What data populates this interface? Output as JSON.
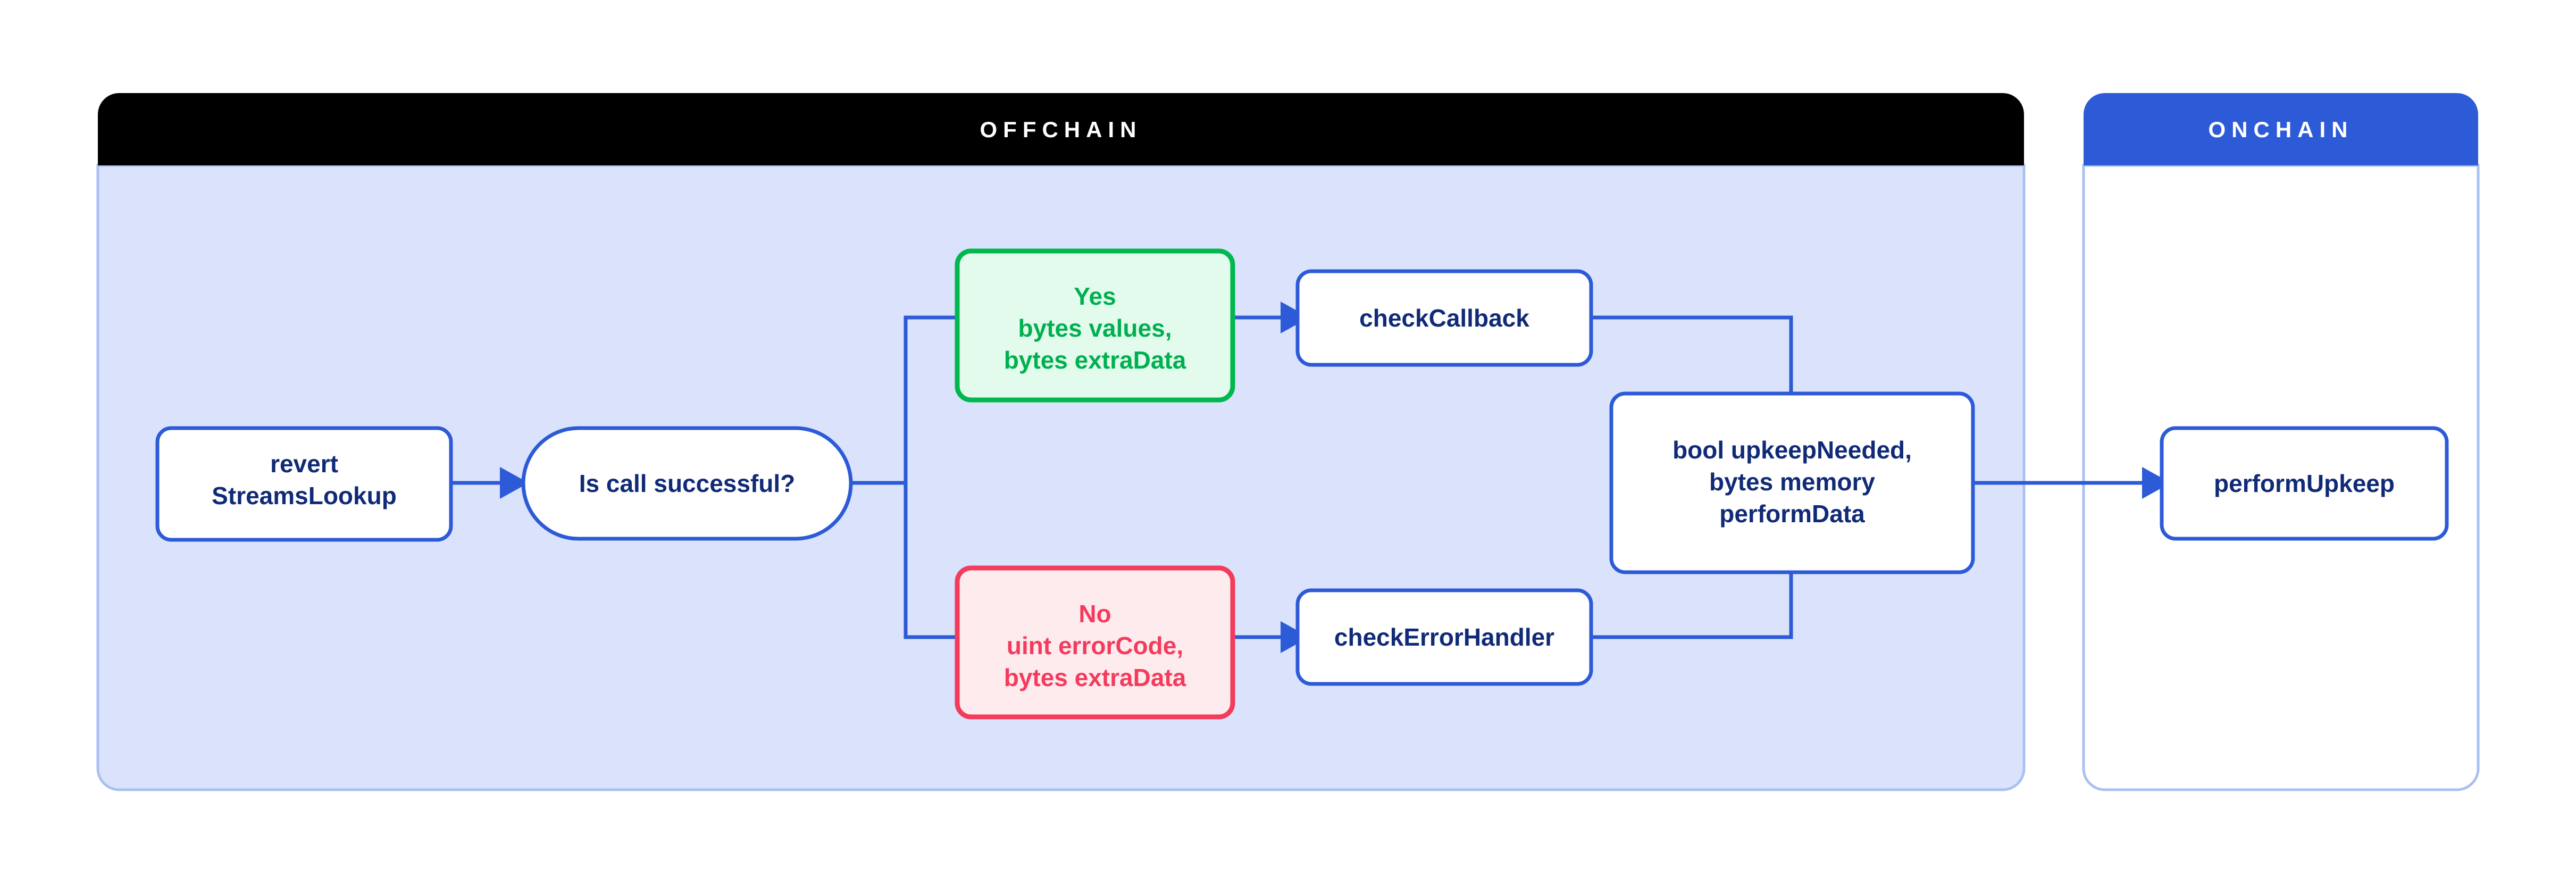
{
  "diagram": {
    "title": "Chainlink Automation StreamsLookup flow",
    "colors": {
      "accent_blue": "#2d5bd7",
      "offchain_header_bg": "#000000",
      "onchain_header_bg": "#2d5bd7",
      "offchain_body_bg": "#dae3fb",
      "onchain_body_bg": "#ffffff",
      "panel_border": "#a9c0f2",
      "node_text": "#102a77",
      "green_stroke": "#00b84f",
      "green_fill": "#e2fbec",
      "green_text": "#00b050",
      "red_stroke": "#f43b5c",
      "red_fill": "#fdebee",
      "red_text": "#f43b5c"
    },
    "panels": [
      {
        "id": "offchain",
        "title": "OFFCHAIN"
      },
      {
        "id": "onchain",
        "title": "ONCHAIN"
      }
    ],
    "nodes": [
      {
        "id": "revert-streamslookup",
        "shape": "rounded-rect",
        "panel": "offchain",
        "lines": [
          "revert",
          "StreamsLookup"
        ],
        "style": "blue"
      },
      {
        "id": "is-call-successful",
        "shape": "stadium",
        "panel": "offchain",
        "lines": [
          "Is call successful?"
        ],
        "style": "blue"
      },
      {
        "id": "yes-branch",
        "shape": "rounded-rect",
        "panel": "offchain",
        "lines": [
          "Yes",
          "bytes values,",
          "bytes extraData"
        ],
        "style": "green"
      },
      {
        "id": "no-branch",
        "shape": "rounded-rect",
        "panel": "offchain",
        "lines": [
          "No",
          "uint errorCode,",
          "bytes extraData"
        ],
        "style": "red"
      },
      {
        "id": "check-callback",
        "shape": "rounded-rect",
        "panel": "offchain",
        "lines": [
          "checkCallback"
        ],
        "style": "blue"
      },
      {
        "id": "check-error-handler",
        "shape": "rounded-rect",
        "panel": "offchain",
        "lines": [
          "checkErrorHandler"
        ],
        "style": "blue"
      },
      {
        "id": "upkeep-result",
        "shape": "rounded-rect",
        "panel": "offchain",
        "lines": [
          "bool upkeepNeeded,",
          "bytes memory",
          "performData"
        ],
        "style": "blue"
      },
      {
        "id": "perform-upkeep",
        "shape": "rounded-rect",
        "panel": "onchain",
        "lines": [
          "performUpkeep"
        ],
        "style": "blue"
      }
    ],
    "edges": [
      {
        "from": "revert-streamslookup",
        "to": "is-call-successful",
        "arrow": true
      },
      {
        "from": "is-call-successful",
        "to": "yes-branch",
        "arrow": false
      },
      {
        "from": "is-call-successful",
        "to": "no-branch",
        "arrow": false
      },
      {
        "from": "yes-branch",
        "to": "check-callback",
        "arrow": true
      },
      {
        "from": "no-branch",
        "to": "check-error-handler",
        "arrow": true
      },
      {
        "from": "check-callback",
        "to": "upkeep-result",
        "arrow": false
      },
      {
        "from": "check-error-handler",
        "to": "upkeep-result",
        "arrow": false
      },
      {
        "from": "upkeep-result",
        "to": "perform-upkeep",
        "arrow": true
      }
    ]
  }
}
